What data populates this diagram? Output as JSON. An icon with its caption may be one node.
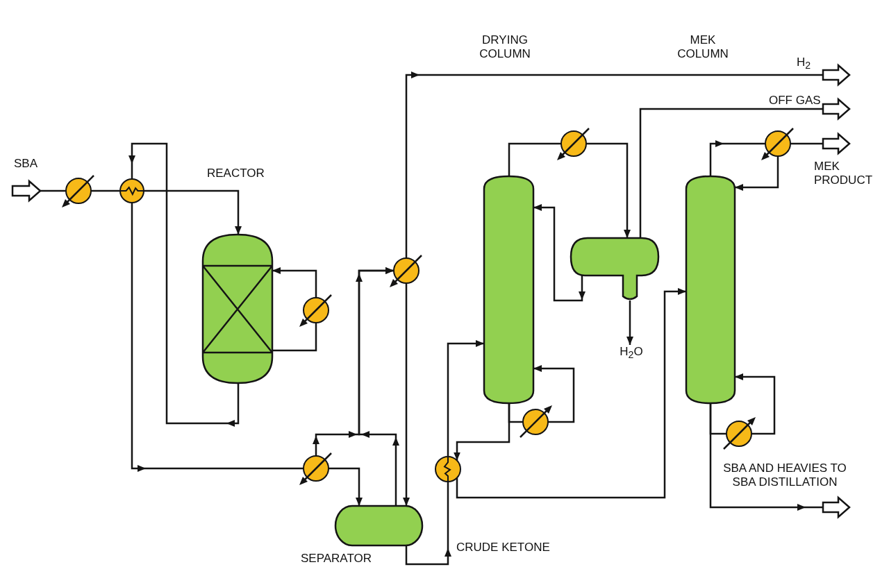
{
  "diagram": {
    "nodes": [
      {
        "text": [],
        "shape": "arrow",
        "beside": [
          "SBA"
        ]
      },
      {
        "text": [],
        "shape": "circle"
      },
      {
        "text": [],
        "shape": "circle"
      },
      {
        "text": [
          "REACTOR"
        ]
      },
      {
        "text": [],
        "shape": "circle"
      },
      {
        "text": [],
        "shape": "circle"
      },
      {
        "text": [],
        "shape": "circle"
      },
      {
        "text": [
          "SEPARATOR"
        ]
      },
      {
        "text": [],
        "shape": "circle"
      },
      {
        "text": [],
        "shape": "column"
      },
      {
        "text": [],
        "shape": "circle"
      },
      {
        "text": [],
        "shape": "circle"
      },
      {
        "text": [],
        "shape": "drum"
      },
      {
        "text": [
          "H$_{2}$O"
        ]
      },
      {
        "text": [],
        "shape": "column"
      },
      {
        "text": [],
        "shape": "circle"
      },
      {
        "text": [],
        "shape": "circle"
      },
      {
        "text": [],
        "shape": "arrow",
        "beside": [
          "H$_{2}$"
        ]
      },
      {
        "text": [],
        "shape": "arrow",
        "beside": [
          "OFF GAS"
        ]
      },
      {
        "text": [],
        "shape": "arrow",
        "beside": [
          "MEK PRODUCT"
        ]
      },
      {
        "text": [],
        "shape": "arrow",
        "beside": [
          "SBA AND HEAVIES TO SBA DISTILLATION"
        ]
      }
    ],
    "edges": [
      {
        "from": 0,
        "to": 1,
        "arrow": "none"
      },
      {
        "from": 1,
        "to": 2,
        "arrow": "none"
      },
      {
        "from": 2,
        "to": 3,
        "arrow": "to"
      },
      {
        "from": 3,
        "to": 2,
        "arrow": "to"
      },
      {
        "from": 2,
        "to": 5,
        "arrow": "to"
      },
      {
        "from": 5,
        "to": 7,
        "arrow": "to"
      },
      {
        "from": 5,
        "to": 6,
        "arrow": "to"
      },
      {
        "from": 7,
        "to": 6,
        "arrow": "to"
      },
      {
        "from": 6,
        "to": 17,
        "arrow": "to"
      },
      {
        "from": 6,
        "to": 7,
        "arrow": "to"
      },
      {
        "from": 7,
        "to": 8,
        "arrow": "to",
        "label": "CRUDE KETONE"
      },
      {
        "from": 8,
        "to": 9,
        "arrow": "to"
      },
      {
        "from": 9,
        "to": 8,
        "arrow": "to"
      },
      {
        "from": 9,
        "to": 11,
        "arrow": "none"
      },
      {
        "from": 11,
        "to": 9,
        "arrow": "to"
      },
      {
        "from": 8,
        "to": 14,
        "arrow": "to"
      },
      {
        "from": 9,
        "to": 10,
        "arrow": "none"
      },
      {
        "from": 10,
        "to": 12,
        "arrow": "to"
      },
      {
        "from": 12,
        "to": 18,
        "arrow": "none"
      },
      {
        "from": 12,
        "to": 9,
        "arrow": "to"
      },
      {
        "from": 12,
        "to": 13,
        "arrow": "to"
      },
      {
        "from": 14,
        "to": 15,
        "arrow": "to"
      },
      {
        "from": 15,
        "to": 19,
        "arrow": "none"
      },
      {
        "from": 15,
        "to": 14,
        "arrow": "to"
      },
      {
        "from": 14,
        "to": 20,
        "arrow": "to"
      },
      {
        "from": 14,
        "to": 16,
        "arrow": "none"
      },
      {
        "from": 16,
        "to": 14,
        "arrow": "to"
      },
      {
        "from": 3,
        "to": 4,
        "arrow": "none"
      },
      {
        "from": 4,
        "to": 3,
        "arrow": "to"
      }
    ],
    "labels": [
      "DRYING COLUMN",
      "MEK COLUMN"
    ]
  }
}
